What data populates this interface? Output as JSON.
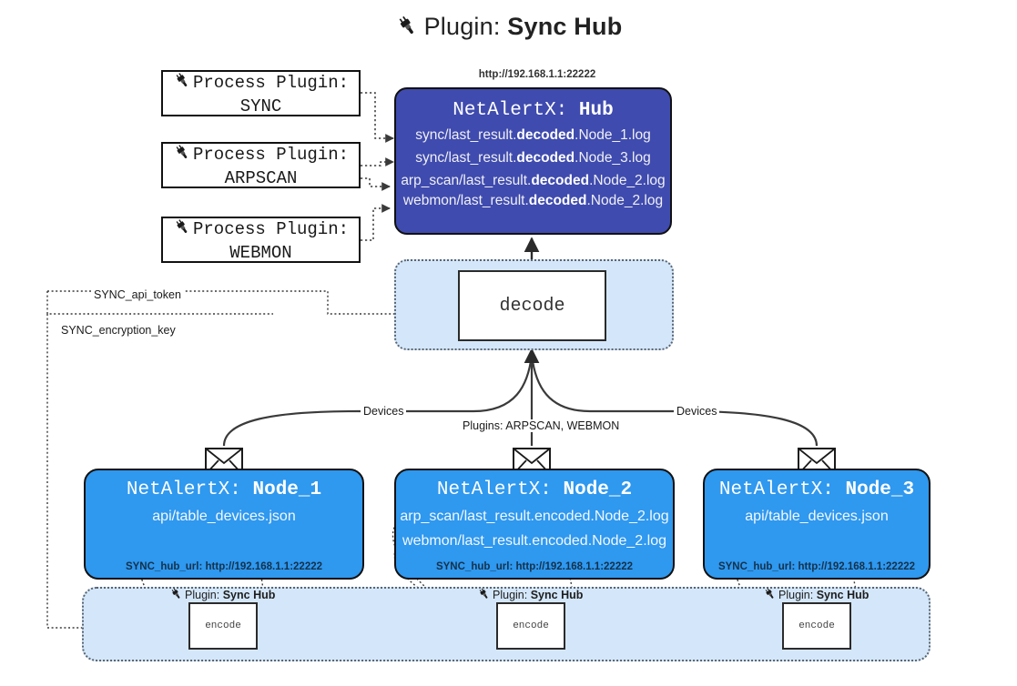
{
  "title": {
    "icon": "plug-icon",
    "prefix": "Plugin:",
    "name": "Sync Hub"
  },
  "process_plugins": [
    {
      "icon": "plug-icon",
      "line1": "Process Plugin:",
      "line2": "SYNC"
    },
    {
      "icon": "plug-icon",
      "line1": "Process Plugin:",
      "line2": "ARPSCAN"
    },
    {
      "icon": "plug-icon",
      "line1": "Process Plugin:",
      "line2": "WEBMON"
    }
  ],
  "hub": {
    "url": "http://192.168.1.1:22222",
    "title_prefix": "NetAlertX:",
    "title_name": "Hub",
    "logs": [
      {
        "pre": "sync/last_result.",
        "strong": "decoded",
        "post": ".Node_1.log"
      },
      {
        "pre": "sync/last_result.",
        "strong": "decoded",
        "post": ".Node_3.log"
      },
      {
        "pre": "arp_scan/last_result.",
        "strong": "decoded",
        "post": ".Node_2.log"
      },
      {
        "pre": "webmon/last_result.",
        "strong": "decoded",
        "post": ".Node_2.log"
      }
    ]
  },
  "decode": {
    "label": "decode"
  },
  "secrets": [
    {
      "label": "SYNC_api_token"
    },
    {
      "label": "SYNC_encryption_key"
    }
  ],
  "edges": [
    {
      "label": "Devices"
    },
    {
      "label": "Plugins: ARPSCAN, WEBMON"
    },
    {
      "label": "Devices"
    }
  ],
  "nodes": [
    {
      "title_prefix": "NetAlertX:",
      "title_name": "Node_1",
      "lines": [
        "api/table_devices.json"
      ],
      "url_key": "SYNC_hub_url:",
      "url_value": "http://192.168.1.1:22222",
      "plugin_prefix": "Plugin:",
      "plugin_name": "Sync Hub",
      "encode": "encode"
    },
    {
      "title_prefix": "NetAlertX:",
      "title_name": "Node_2",
      "lines": [
        "arp_scan/last_result.encoded.Node_2.log",
        "webmon/last_result.encoded.Node_2.log"
      ],
      "url_key": "SYNC_hub_url:",
      "url_value": "http://192.168.1.1:22222",
      "plugin_prefix": "Plugin:",
      "plugin_name": "Sync Hub",
      "encode": "encode"
    },
    {
      "title_prefix": "NetAlertX:",
      "title_name": "Node_3",
      "lines": [
        "api/table_devices.json"
      ],
      "url_key": "SYNC_hub_url:",
      "url_value": "http://192.168.1.1:22222",
      "plugin_prefix": "Plugin:",
      "plugin_name": "Sync Hub",
      "encode": "encode"
    }
  ],
  "colors": {
    "hub": "#3f4bae",
    "node": "#2f98ef",
    "container": "#d4e7fa",
    "stroke": "#111111"
  }
}
